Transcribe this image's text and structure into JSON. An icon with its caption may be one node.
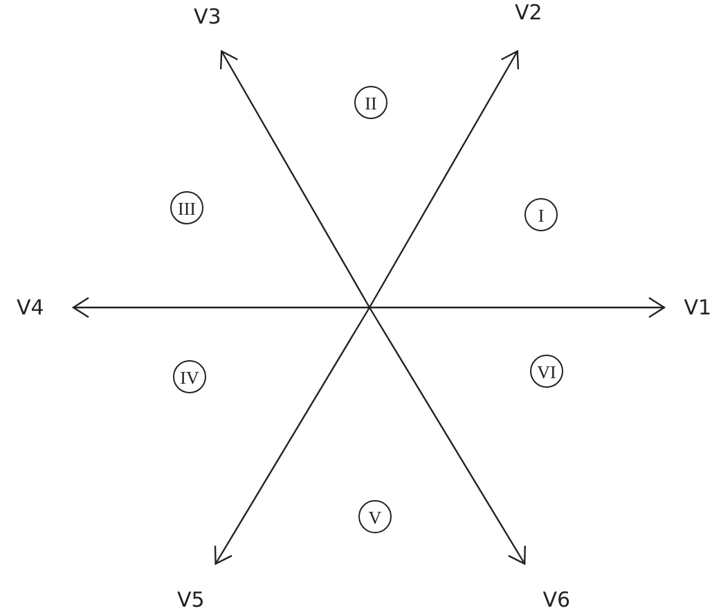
{
  "diagram": {
    "nodes": [
      {
        "text": [
          "V3"
        ]
      },
      {
        "text": [
          "V2"
        ]
      },
      {
        "text": [
          "II"
        ]
      },
      {
        "text": [
          "III"
        ]
      },
      {
        "text": [
          "I"
        ]
      },
      {
        "text": [
          "V4"
        ]
      },
      {
        "text": [
          "V1"
        ]
      },
      {
        "text": [
          "IV"
        ]
      },
      {
        "text": [
          "VI"
        ]
      },
      {
        "text": [
          "V"
        ]
      },
      {
        "text": [
          "V5"
        ]
      },
      {
        "text": [
          "V6"
        ]
      }
    ],
    "edges": [
      {
        "from": null,
        "to": 6,
        "arrow": "to"
      },
      {
        "from": null,
        "to": 1,
        "arrow": "to"
      },
      {
        "from": null,
        "to": 0,
        "arrow": "to"
      },
      {
        "from": null,
        "to": 5,
        "arrow": "to"
      },
      {
        "from": null,
        "to": 10,
        "arrow": "to"
      },
      {
        "from": null,
        "to": 11,
        "arrow": "to"
      }
    ]
  }
}
